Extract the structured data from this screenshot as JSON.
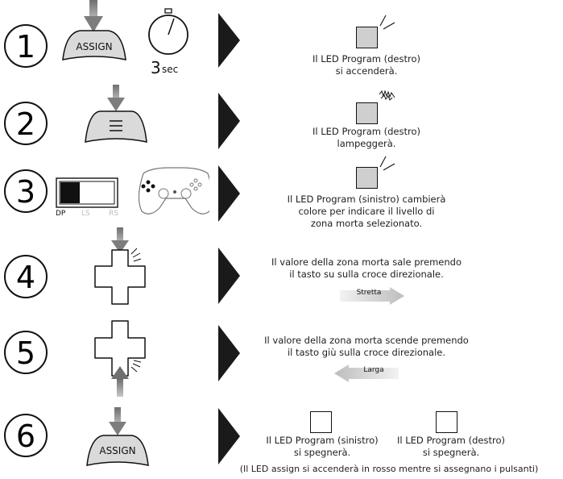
{
  "steps": [
    {
      "number": "1",
      "assign_label": "ASSIGN",
      "timer_value": "3",
      "timer_unit": "sec",
      "result": [
        "Il LED Program (destro)",
        "si accenderà."
      ]
    },
    {
      "number": "2",
      "result": [
        "Il LED Program (destro)",
        "lampeggerà."
      ]
    },
    {
      "number": "3",
      "switch_labels": [
        "DP",
        "LS",
        "RS"
      ],
      "result": [
        "Il LED Program (sinistro) cambierà",
        "colore per indicare il livello di",
        "zona morta selezionato."
      ]
    },
    {
      "number": "4",
      "result": [
        "Il valore della zona morta sale premendo",
        "il tasto su sulla croce direzionale."
      ],
      "arrow_label": "Stretta"
    },
    {
      "number": "5",
      "result": [
        "Il valore della zona morta scende premendo",
        "il tasto giù sulla croce direzionale."
      ],
      "arrow_label": "Larga"
    },
    {
      "number": "6",
      "assign_label": "ASSIGN",
      "left_led": [
        "Il LED Program (sinistro)",
        "si spegnerà."
      ],
      "right_led": [
        "Il LED Program (destro)",
        "si spegnerà."
      ],
      "note": "(Il LED assign si accenderà in rosso mentre si assegnano i pulsanti)"
    }
  ],
  "colors": {
    "led_on": "#cfcfcf",
    "arrow": "#8a8a8a",
    "chevron": "#1a1a1a",
    "button": "#d9d9d9"
  },
  "icons": [
    "down-arrow-icon",
    "assign-button-icon",
    "stopwatch-icon",
    "menu-button-icon",
    "mode-switch-icon",
    "controller-icon",
    "dpad-icon",
    "play-triangle-icon",
    "led-indicator-icon"
  ]
}
